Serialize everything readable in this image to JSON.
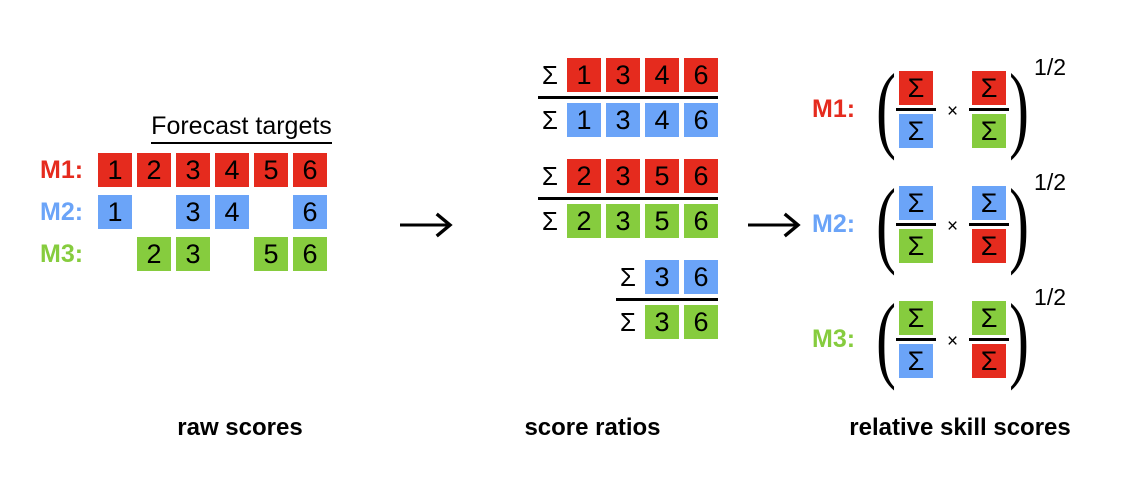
{
  "colors": {
    "red": "#E52B1E",
    "blue": "#6BA4F8",
    "green": "#86CC3E",
    "black": "#000000",
    "background": "#FFFFFF"
  },
  "raw_scores": {
    "title": "Forecast targets",
    "caption": "raw scores",
    "rows": [
      {
        "label": "M1:",
        "color_name": "red",
        "color": "#E52B1E",
        "cells": [
          "1",
          "2",
          "3",
          "4",
          "5",
          "6"
        ]
      },
      {
        "label": "M2:",
        "color_name": "blue",
        "color": "#6BA4F8",
        "cells": [
          "1",
          "",
          "3",
          "4",
          "",
          "6"
        ]
      },
      {
        "label": "M3:",
        "color_name": "green",
        "color": "#86CC3E",
        "cells": [
          "",
          "2",
          "3",
          "",
          "5",
          "6"
        ]
      }
    ]
  },
  "arrows": {
    "glyph": "→",
    "count": 2
  },
  "score_ratios": {
    "caption": "score ratios",
    "sigma": "Σ",
    "items": [
      {
        "numerator": {
          "color_name": "red",
          "color": "#E52B1E",
          "cells": [
            "1",
            "3",
            "4",
            "6"
          ]
        },
        "denominator": {
          "color_name": "blue",
          "color": "#6BA4F8",
          "cells": [
            "1",
            "3",
            "4",
            "6"
          ]
        }
      },
      {
        "numerator": {
          "color_name": "red",
          "color": "#E52B1E",
          "cells": [
            "2",
            "3",
            "5",
            "6"
          ]
        },
        "denominator": {
          "color_name": "green",
          "color": "#86CC3E",
          "cells": [
            "2",
            "3",
            "5",
            "6"
          ]
        }
      },
      {
        "numerator": {
          "color_name": "blue",
          "color": "#6BA4F8",
          "cells": [
            "3",
            "6"
          ]
        },
        "denominator": {
          "color_name": "green",
          "color": "#86CC3E",
          "cells": [
            "3",
            "6"
          ]
        }
      }
    ]
  },
  "relative_skill": {
    "caption": "relative skill scores",
    "sigma": "Σ",
    "times": "×",
    "exponent": "1/2",
    "rows": [
      {
        "label": "M1:",
        "color_name": "red",
        "color": "#E52B1E",
        "fractions": [
          {
            "num_color": "#E52B1E",
            "num_color_name": "red",
            "den_color": "#6BA4F8",
            "den_color_name": "blue"
          },
          {
            "num_color": "#E52B1E",
            "num_color_name": "red",
            "den_color": "#86CC3E",
            "den_color_name": "green"
          }
        ]
      },
      {
        "label": "M2:",
        "color_name": "blue",
        "color": "#6BA4F8",
        "fractions": [
          {
            "num_color": "#6BA4F8",
            "num_color_name": "blue",
            "den_color": "#86CC3E",
            "den_color_name": "green"
          },
          {
            "num_color": "#6BA4F8",
            "num_color_name": "blue",
            "den_color": "#E52B1E",
            "den_color_name": "red"
          }
        ]
      },
      {
        "label": "M3:",
        "color_name": "green",
        "color": "#86CC3E",
        "fractions": [
          {
            "num_color": "#86CC3E",
            "num_color_name": "green",
            "den_color": "#6BA4F8",
            "den_color_name": "blue"
          },
          {
            "num_color": "#86CC3E",
            "num_color_name": "green",
            "den_color": "#E52B1E",
            "den_color_name": "red"
          }
        ]
      }
    ]
  }
}
